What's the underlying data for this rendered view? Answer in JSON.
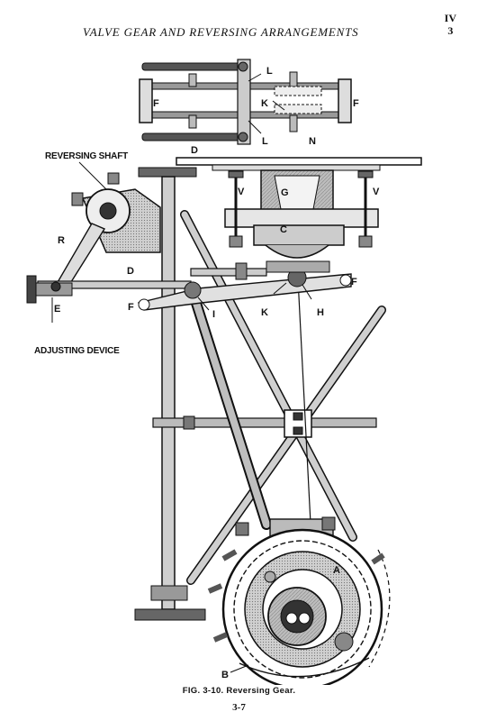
{
  "header": {
    "title": "VALVE GEAR AND REVERSING ARRANGEMENTS",
    "chapter": "IV",
    "section": "3"
  },
  "figure": {
    "labels": {
      "L_top": "L",
      "L_bottom": "L",
      "K_top": "K",
      "N": "N",
      "F_topleft": "F",
      "F_topright": "F",
      "D_top": "D",
      "V_left": "V",
      "V_right": "V",
      "G": "G",
      "C": "C",
      "R": "R",
      "D_mid": "D",
      "E": "E",
      "F_left": "F",
      "I": "I",
      "F_right": "F",
      "K_mid": "K",
      "H": "H",
      "A": "A",
      "B": "B",
      "b": "b",
      "a": "a"
    },
    "callouts": {
      "reversing_shaft": "REVERSING SHAFT",
      "adjusting_device": "ADJUSTING DEVICE"
    }
  },
  "caption": "FIG. 3-10. Reversing Gear.",
  "page_number": "3-7"
}
